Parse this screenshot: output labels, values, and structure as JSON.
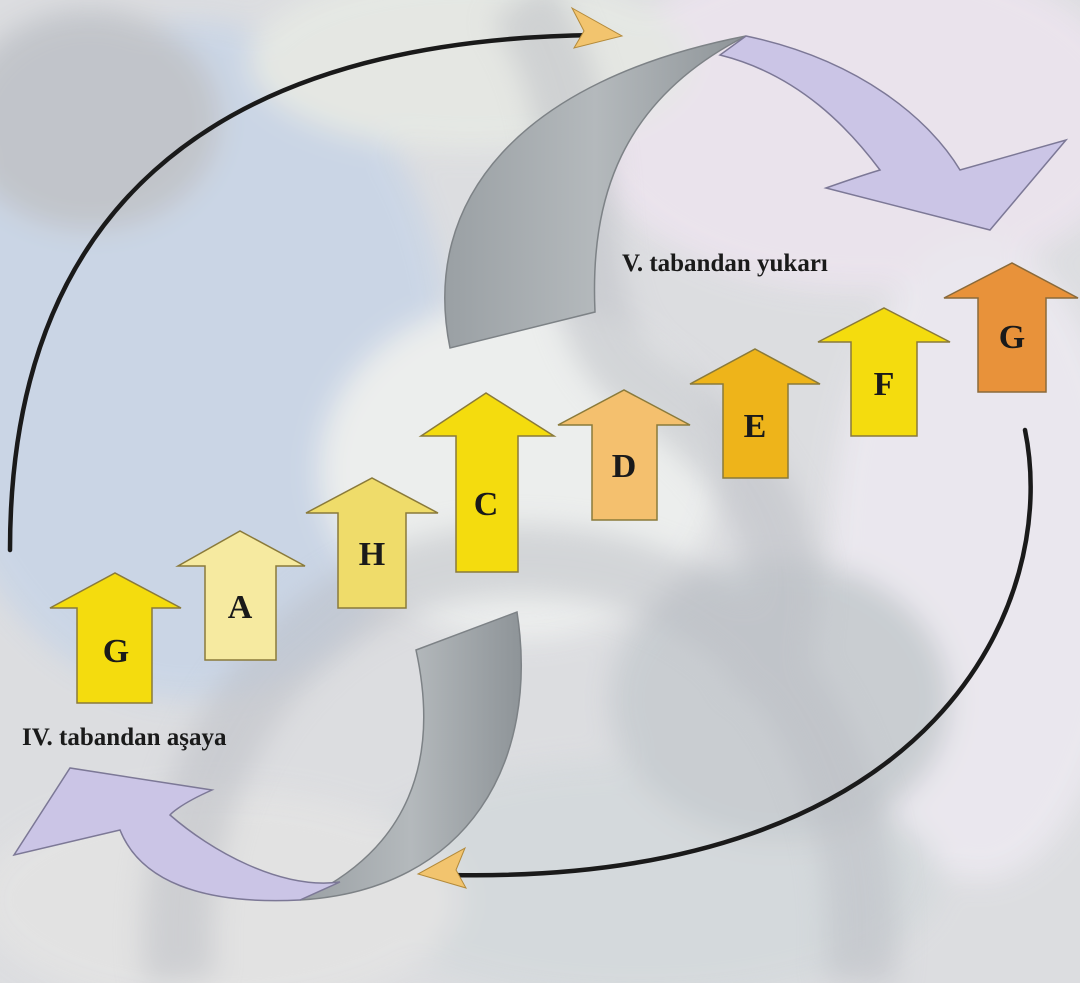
{
  "labels": {
    "upward": "V. tabandan yukarı",
    "downward": "IV. tabandan aşaya"
  },
  "notes": [
    {
      "letter": "G",
      "color": "#f4dc0e"
    },
    {
      "letter": "A",
      "color": "#f6eaa0"
    },
    {
      "letter": "H",
      "color": "#efdc6a"
    },
    {
      "letter": "C",
      "color": "#f4dc0e"
    },
    {
      "letter": "D",
      "color": "#f4c06e"
    },
    {
      "letter": "E",
      "color": "#eeb41a"
    },
    {
      "letter": "F",
      "color": "#f4dc0e"
    },
    {
      "letter": "G",
      "color": "#e8923a"
    }
  ],
  "colors": {
    "background": "#dcdde0",
    "big_arrow_lavender": "#cbc5e6",
    "big_arrow_gray": "#a3a9ad",
    "cycle_line": "#1a1a1a",
    "cycle_arrowhead": "#f2c46e"
  }
}
